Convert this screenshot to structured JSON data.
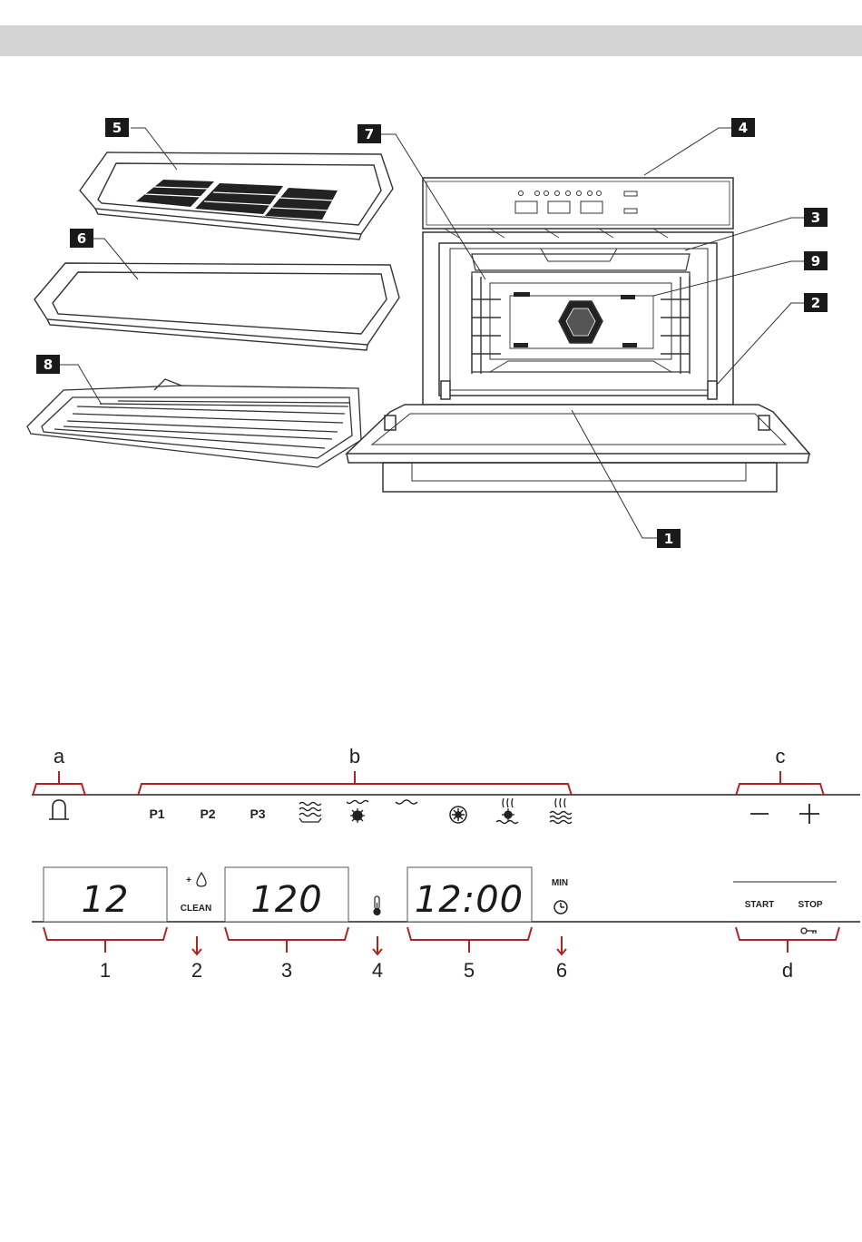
{
  "callouts": {
    "c1": "1",
    "c2": "2",
    "c3": "3",
    "c4": "4",
    "c5": "5",
    "c6": "6",
    "c7": "7",
    "c8": "8",
    "c9": "9"
  },
  "panel": {
    "letters": {
      "a": "a",
      "b": "b",
      "c": "c",
      "d": "d"
    },
    "numbers": {
      "n1": "1",
      "n2": "2",
      "n3": "3",
      "n4": "4",
      "n5": "5",
      "n6": "6"
    },
    "programs": {
      "p1": "P1",
      "p2": "P2",
      "p3": "P3"
    },
    "displays": {
      "program": "12",
      "temperature": "120",
      "time": "12:00"
    },
    "clean_plus": "+",
    "clean_label": "CLEAN",
    "min_label": "MIN",
    "start_label": "START",
    "stop_label": "STOP"
  },
  "colors": {
    "accent": "#b22222",
    "line": "#222222",
    "header": "#d4d4d4"
  }
}
